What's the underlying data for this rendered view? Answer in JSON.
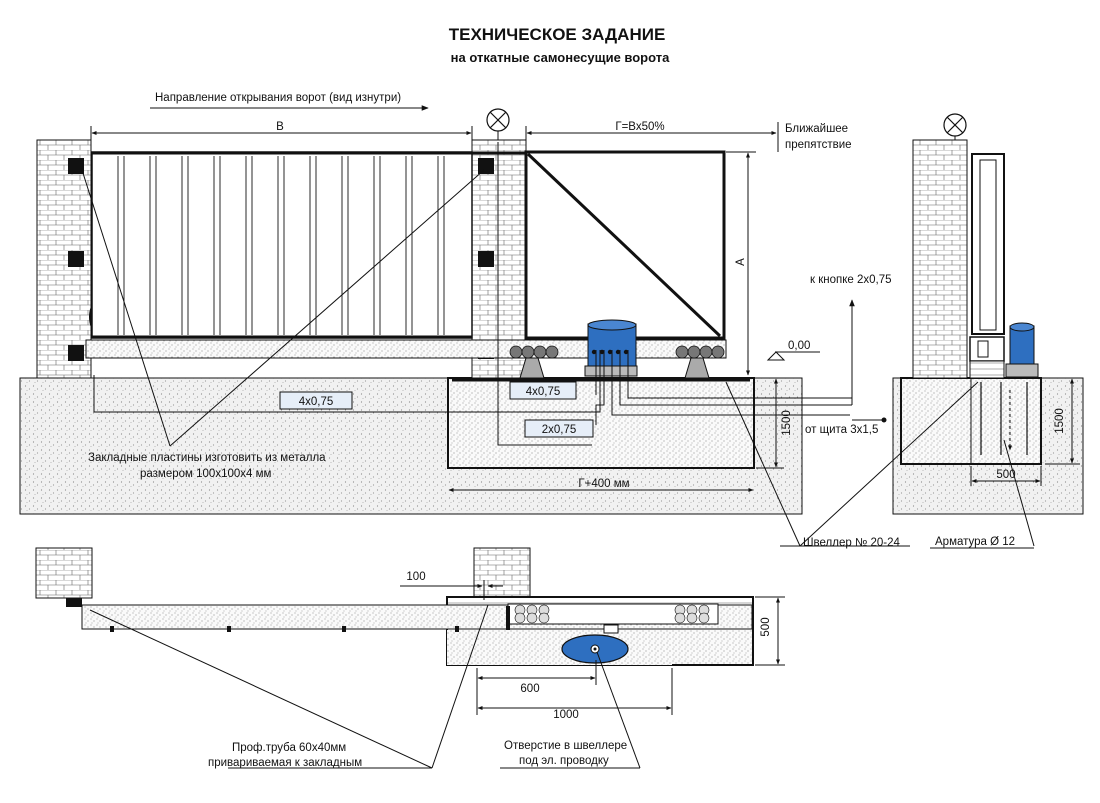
{
  "header": {
    "title": "ТЕХНИЧЕСКОЕ ЗАДАНИЕ",
    "subtitle": "на откатные самонесущие ворота"
  },
  "labels": {
    "direction": "Направление открывания ворот (вид изнутри)",
    "width_b": "В",
    "counterweight": "Г=Вх50%",
    "obstacle_line1": "Ближайшее",
    "obstacle_line2": "препятствие",
    "height_a": "А",
    "button": "к кнопке 2х0,75",
    "level": "0,00",
    "cable_4x075_left": "4х0,75",
    "cable_4x075_mid": "4х0,75",
    "cable_2x075": "2х0,75",
    "depth_1500_main": "1500",
    "from_panel": "от щита 3х1,5",
    "plates_line1": "Закладные пластины изготовить из металла",
    "plates_line2": "размером 100х100х4 мм",
    "foundation_len": "Г+400 мм",
    "channel": "Швеллер № 20-24",
    "rebar": "Арматура Ø 12",
    "depth_1500_side": "1500",
    "width_500_side": "500",
    "dim_100": "100",
    "dim_500_plan": "500",
    "dim_600": "600",
    "dim_1000": "1000",
    "pipe_line1": "Проф.труба 60х40мм",
    "pipe_line2": "привариваемая к закладным",
    "hole_line1": "Отверстие в швеллере",
    "hole_line2": "под эл. проводку"
  },
  "colors": {
    "motor": "#2e6fc0",
    "ground": "#e9e9e9",
    "cable_box": "#e6eef8",
    "line": "#111111"
  },
  "icons": {
    "lamp": "lamp-cross-icon",
    "roller": "roller-carriage-icon",
    "motor": "gate-motor-icon"
  }
}
